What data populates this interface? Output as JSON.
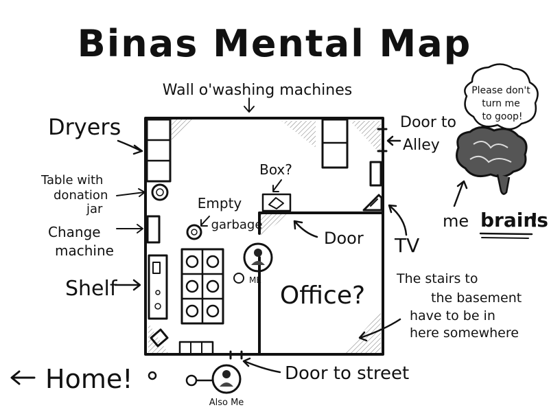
{
  "title": "Binas Mental Map",
  "labels": {
    "wall": "Wall o'washing machines",
    "dryers": "Dryers",
    "table_line1": "Table with",
    "table_line2": "donation",
    "table_line3": "jar",
    "change_line1": "Change",
    "change_line2": "machine",
    "shelf": "Shelf",
    "empty_garbage_line1": "Empty",
    "empty_garbage_line2": "garbage",
    "box": "Box?",
    "door_alley_line1": "Door to",
    "door_alley_line2": "Alley",
    "door": "Door",
    "tv": "TV",
    "me": "ME",
    "office": "Office?",
    "stairs_line1": "The stairs to",
    "stairs_line2": "the basement",
    "stairs_line3": "have to be in",
    "stairs_line4": "here somewhere",
    "home": "Home!",
    "door_street": "Door to street",
    "also_me": "Also Me",
    "speech_line1": "Please don't",
    "speech_line2": "turn me",
    "speech_line3": "to goop!",
    "me_brains_prefix": "me",
    "me_brains_word": "brains",
    "me_brains_suffix": "!"
  }
}
